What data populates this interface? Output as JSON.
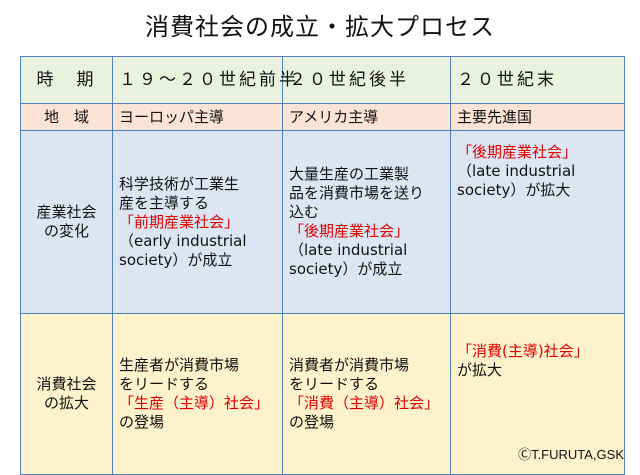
{
  "title": "消費社会の成立・拡大プロセス",
  "header": {
    "label": "時　期",
    "col1": "１９～２０世紀前半",
    "col2": "２０世紀後半",
    "col3": "２０世紀末"
  },
  "region": {
    "label": "地　域",
    "col1": "ヨーロッパ主導",
    "col2": "アメリカ主導",
    "col3": "主要先進国"
  },
  "industry": {
    "label_line1": "産業社会",
    "label_line2": "の変化",
    "col1": {
      "line1": "科学技術が工業生",
      "line2": "産を主導する",
      "highlight": "「前期産業社会」",
      "english": "（early industrial",
      "english2": "society）が成立"
    },
    "col2": {
      "line1": "大量生産の工業製",
      "line2": "品を消費市場を送り",
      "line3": "込む",
      "highlight": "「後期産業社会」",
      "english": "（late industrial",
      "english2": "society）が成立"
    },
    "col3": {
      "highlight": "「後期産業社会」",
      "english": "（late industrial",
      "english2": "society）が拡大"
    }
  },
  "consumer": {
    "label_line1": "消費社会",
    "label_line2": "の拡大",
    "col1": {
      "line1": "生産者が消費市場",
      "line2": "をリードする",
      "highlight": "「生産（主導）社会」",
      "line3": "の登場"
    },
    "col2": {
      "line1": "消費者が消費市場",
      "line2": "をリードする",
      "highlight": "「消費（主導）社会」",
      "line3": "の登場"
    },
    "col3": {
      "highlight": "「消費(主導)社会」",
      "line2": "が拡大"
    }
  },
  "copyright": "ⒸT.FURUTA,GSK",
  "colors": {
    "header_bg": "#eaf1dd",
    "region_bg": "#fbe4d5",
    "industry_bg": "#dce6f2",
    "consumer_bg": "#fdf2cc",
    "border": "#4f81bd",
    "highlight_text": "#e00000"
  }
}
